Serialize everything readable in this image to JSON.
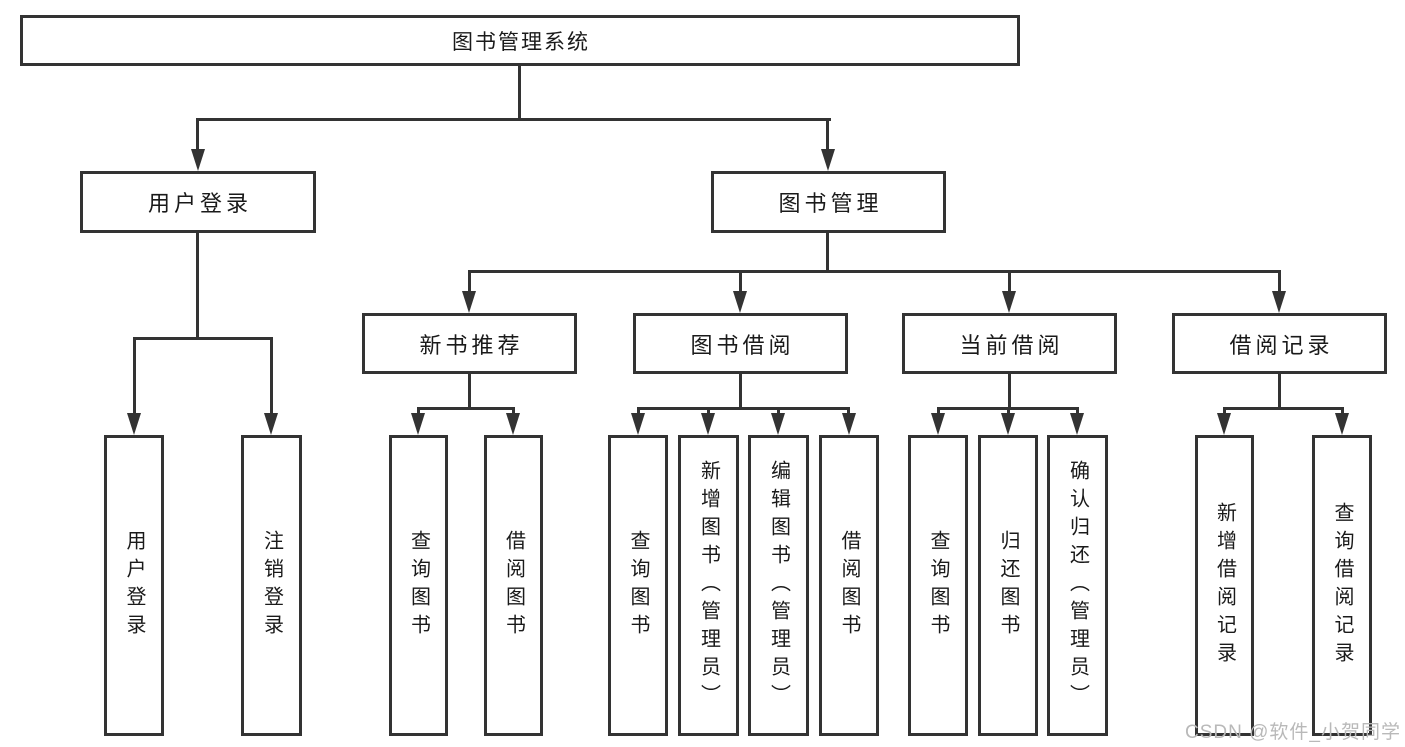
{
  "diagram": {
    "type": "hierarchy-tree",
    "colors": {
      "border": "#333333",
      "line": "#333333",
      "text": "#1a1a1a",
      "background": "#ffffff",
      "watermark": "#b9b9b9"
    },
    "root": {
      "label": "图书管理系统"
    },
    "level2": [
      {
        "label": "用户登录"
      },
      {
        "label": "图书管理"
      }
    ],
    "level3": [
      {
        "label": "新书推荐",
        "parent": "图书管理"
      },
      {
        "label": "图书借阅",
        "parent": "图书管理"
      },
      {
        "label": "当前借阅",
        "parent": "图书管理"
      },
      {
        "label": "借阅记录",
        "parent": "图书管理"
      }
    ],
    "leaves": [
      {
        "label": "用户登录",
        "parent": "用户登录"
      },
      {
        "label": "注销登录",
        "parent": "用户登录"
      },
      {
        "label": "查询图书",
        "parent": "新书推荐"
      },
      {
        "label": "借阅图书",
        "parent": "新书推荐"
      },
      {
        "label": "查询图书",
        "parent": "图书借阅"
      },
      {
        "label": "新增图书（管理员）",
        "parent": "图书借阅"
      },
      {
        "label": "编辑图书（管理员）",
        "parent": "图书借阅"
      },
      {
        "label": "借阅图书",
        "parent": "图书借阅"
      },
      {
        "label": "查询图书",
        "parent": "当前借阅"
      },
      {
        "label": "归还图书",
        "parent": "当前借阅"
      },
      {
        "label": "确认归还（管理员）",
        "parent": "当前借阅"
      },
      {
        "label": "新增借阅记录",
        "parent": "借阅记录"
      },
      {
        "label": "查询借阅记录",
        "parent": "借阅记录"
      }
    ]
  },
  "watermark": {
    "text": "CSDN @软件_小贺同学"
  }
}
